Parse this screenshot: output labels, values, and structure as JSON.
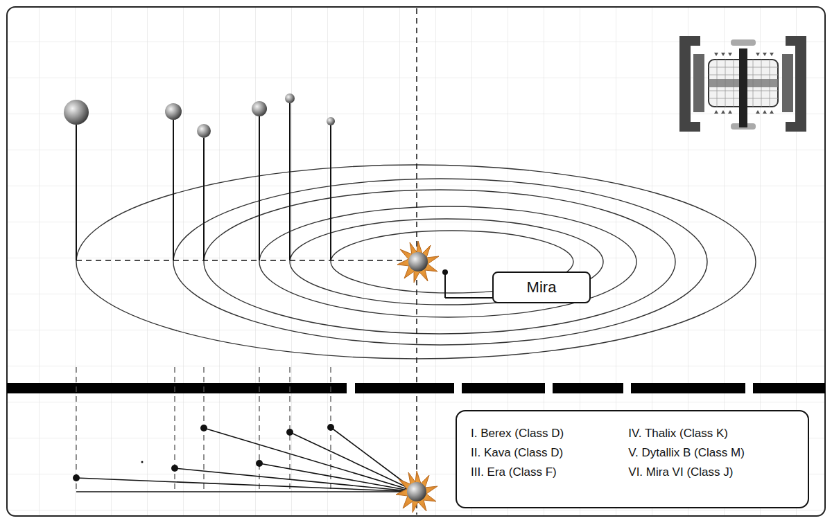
{
  "diagram": {
    "nodes": [
      {
        "text": [
          "Mira"
        ]
      },
      {
        "text": [
          "I. Berex (Class D)",
          "II. Kava (Class D)",
          "III. Era (Class F)",
          "IV. Thalix (Class K)",
          "V. Dytallix B (Class M)",
          "VI. Mira VI (Class J)"
        ]
      }
    ]
  }
}
